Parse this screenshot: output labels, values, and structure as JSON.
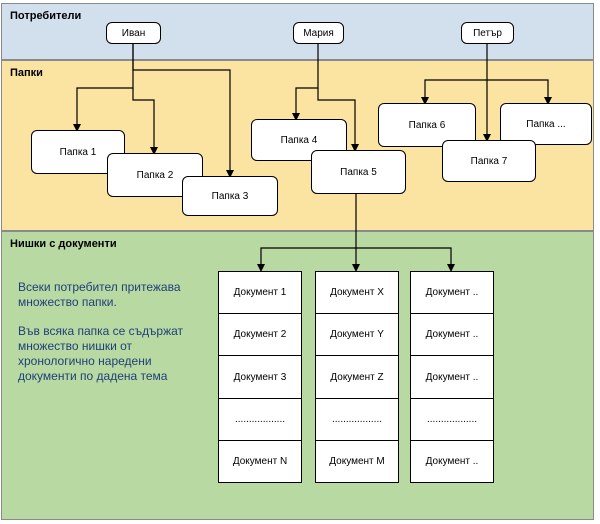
{
  "bands": {
    "users": "Потребители",
    "folders": "Папки",
    "docs": "Нишки с документи"
  },
  "users": [
    "Иван",
    "Мария",
    "Петър"
  ],
  "folders": [
    "Папка 1",
    "Папка 2",
    "Папка 3",
    "Папка 4",
    "Папка 5",
    "Папка 6",
    "Папка 7",
    "Папка ..."
  ],
  "documents": {
    "col1": [
      "Документ 1",
      "Документ 2",
      "Документ 3",
      "..................",
      "Документ N"
    ],
    "col2": [
      "Документ X",
      "Документ Y",
      "Документ Z",
      "..................",
      "Документ M"
    ],
    "col3": [
      "Документ ..",
      "Документ ..",
      "Документ ..",
      "..................",
      "Документ .."
    ]
  },
  "description": {
    "p1": "Всеки потребител притежава множество папки.",
    "p2": "Във всяка папка се съдържат множество нишки от хронологично наредени документи по дадена тема"
  }
}
